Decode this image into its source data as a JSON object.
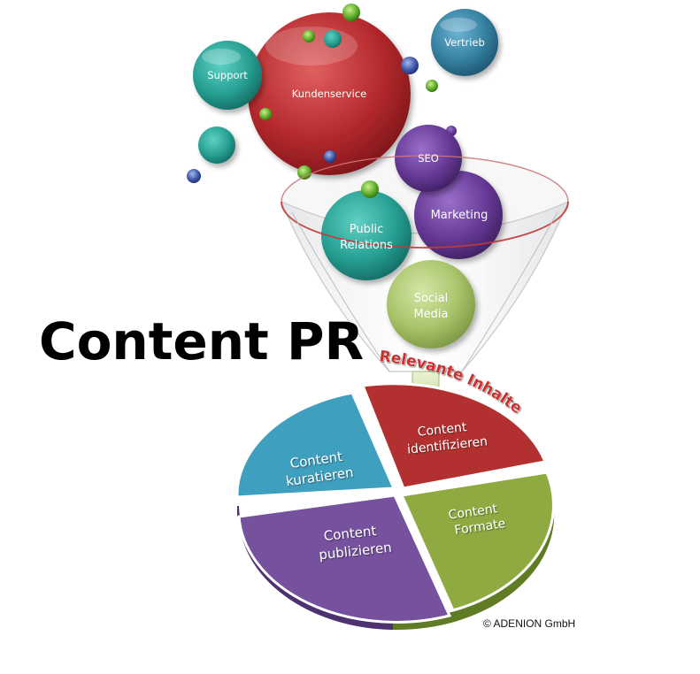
{
  "title": "Content PR",
  "copyright": "© ADENION GmbH",
  "funnel_label": "Relevante Inhalte",
  "bubbles": {
    "support": "Support",
    "kundenservice": "Kundenservice",
    "vertrieb": "Vertrieb",
    "seo": "SEO",
    "marketing": "Marketing",
    "public_relations": [
      "Public",
      "Relations"
    ],
    "social_media": [
      "Social",
      "Media"
    ]
  },
  "pie": {
    "identifizieren": [
      "Content",
      "identifizieren"
    ],
    "kuratieren": [
      "Content",
      "kuratieren"
    ],
    "publizieren": [
      "Content",
      "publizieren"
    ],
    "formate": [
      "Content",
      "Formate"
    ]
  },
  "colors": {
    "red": "#b52a2e",
    "teal": "#2aa39a",
    "blue": "#3a86a8",
    "purple": "#6b3f9c",
    "green": "#8aa93c",
    "light_green": "#a9c36b"
  }
}
